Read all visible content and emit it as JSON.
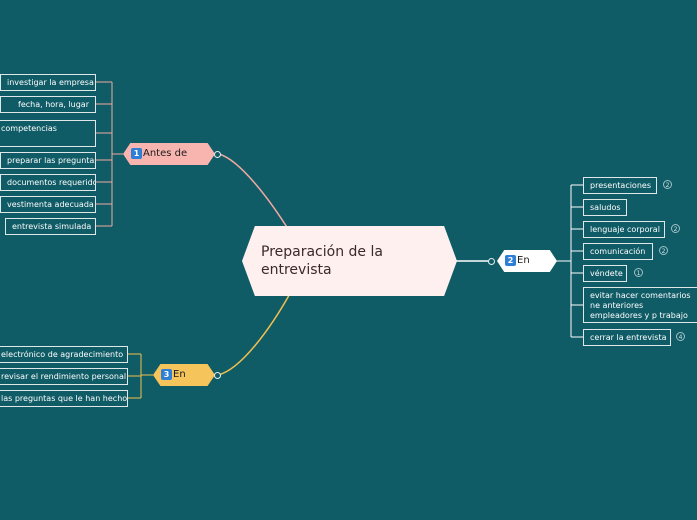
{
  "central_topic": "Preparación de la entrevista",
  "branches": {
    "antes": {
      "label": "Antes de",
      "number": "1",
      "color": "#f8b4ae",
      "items": [
        "investigar la empresa",
        "fecha, hora, lugar",
        "competencias",
        "preparar las preguntas",
        "documentos requeridos",
        "vestimenta adecuada",
        "entrevista simulada"
      ]
    },
    "durante": {
      "label": "En",
      "number": "2",
      "color": "#ffffff",
      "items": [
        {
          "text": "presentaciones",
          "count": "2"
        },
        {
          "text": "saludos",
          "count": ""
        },
        {
          "text": "lenguaje corporal",
          "count": "2"
        },
        {
          "text": "comunicación",
          "count": "2"
        },
        {
          "text": "véndete",
          "count": "1"
        },
        {
          "text": "evitar hacer comentarios ne anteriores empleadores y p trabajo",
          "count": ""
        },
        {
          "text": "cerrar la entrevista",
          "count": "4"
        }
      ]
    },
    "despues": {
      "label": "En",
      "number": "3",
      "color": "#f5c45a",
      "items": [
        "electrónico de agradecimiento",
        "revisar el rendimiento personal",
        "las preguntas que le han hecho"
      ]
    }
  },
  "colors": {
    "background": "#0f5b66",
    "antes_line": "#f0a9a2",
    "durante_line": "#ffffff",
    "despues_line": "#f2c04e"
  }
}
